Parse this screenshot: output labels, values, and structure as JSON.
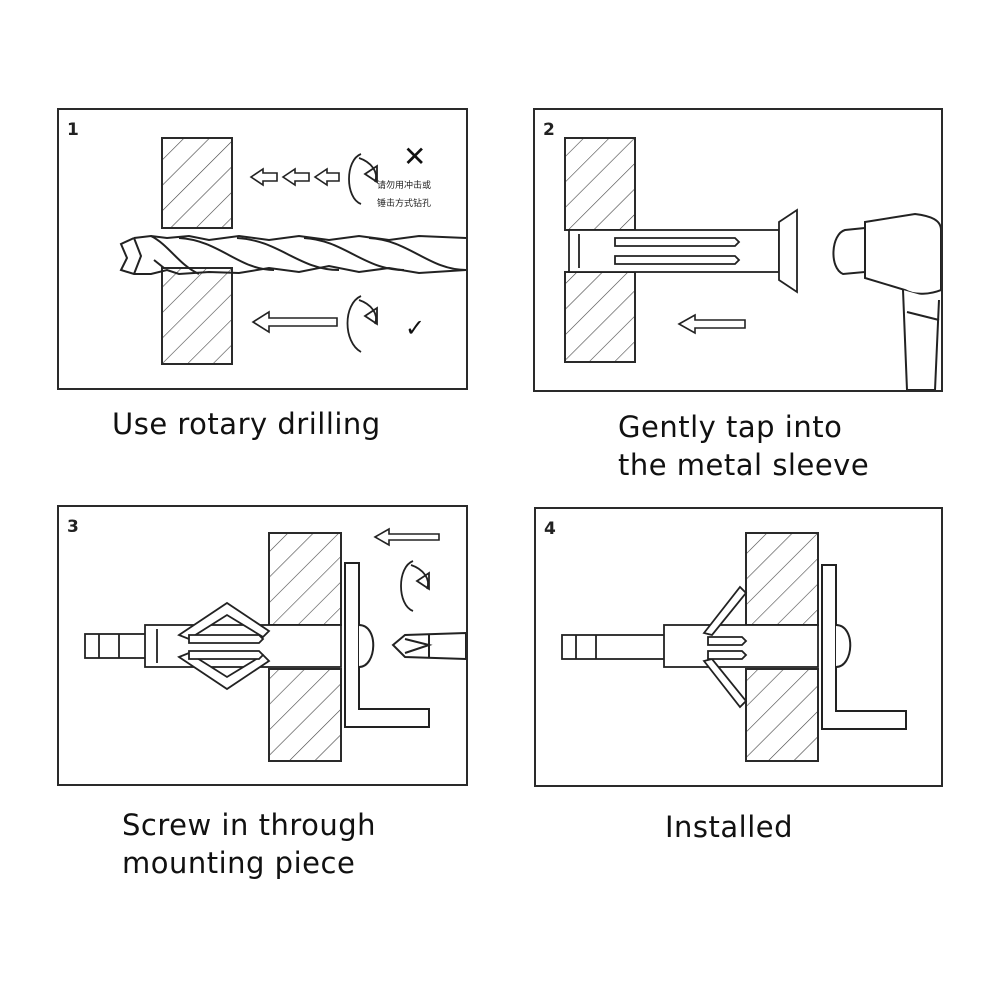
{
  "steps": [
    {
      "number": "1",
      "caption": "Use rotary drilling"
    },
    {
      "number": "2",
      "caption_line1": "Gently tap into",
      "caption_line2": "the metal sleeve"
    },
    {
      "number": "3",
      "caption_line1": "Screw in through",
      "caption_line2": "mounting piece"
    },
    {
      "number": "4",
      "caption": "Installed"
    }
  ],
  "step1_marks": {
    "cross": "✕",
    "check": "✓",
    "warning_line1": "请勿用冲击或",
    "warning_line2": "锤击方式钻孔"
  },
  "colors": {
    "line": "#2a2a2a",
    "background": "#ffffff"
  }
}
